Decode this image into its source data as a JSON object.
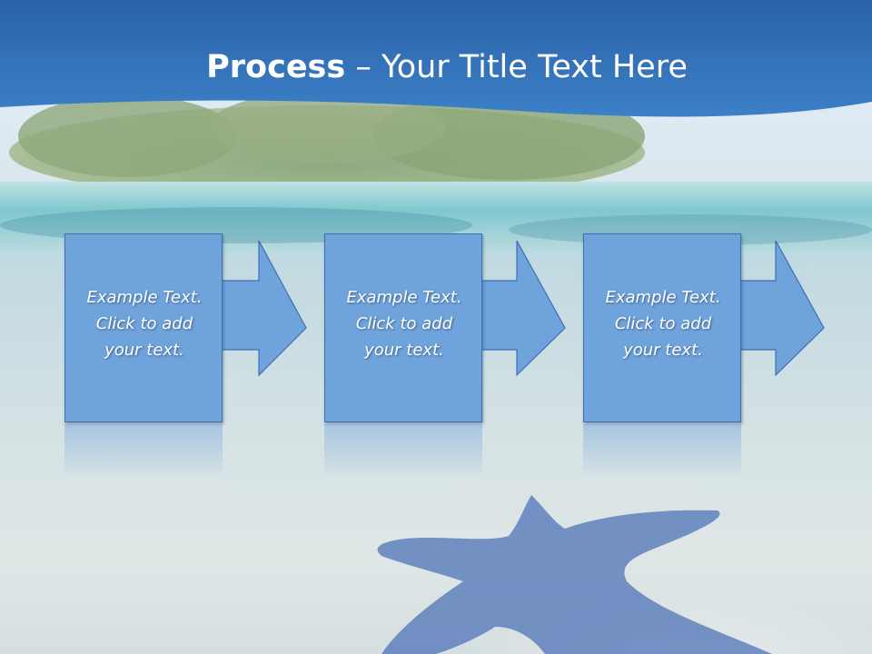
{
  "title": {
    "bold": "Process",
    "rest": " – Your Title Text Here"
  },
  "steps": [
    {
      "line1": "Example Text.",
      "line2": "Click  to add",
      "line3": "your text."
    },
    {
      "line1": "Example Text.",
      "line2": "Click  to add",
      "line3": "your text."
    },
    {
      "line1": "Example Text.",
      "line2": "Click  to add",
      "line3": "your text."
    }
  ],
  "colors": {
    "title_band": "#2f6db3",
    "box_fill": "#6fa3dc",
    "box_border": "#3d6fb3"
  },
  "icons": [
    "arrow-right-icon",
    "starfish-image",
    "island-image"
  ]
}
